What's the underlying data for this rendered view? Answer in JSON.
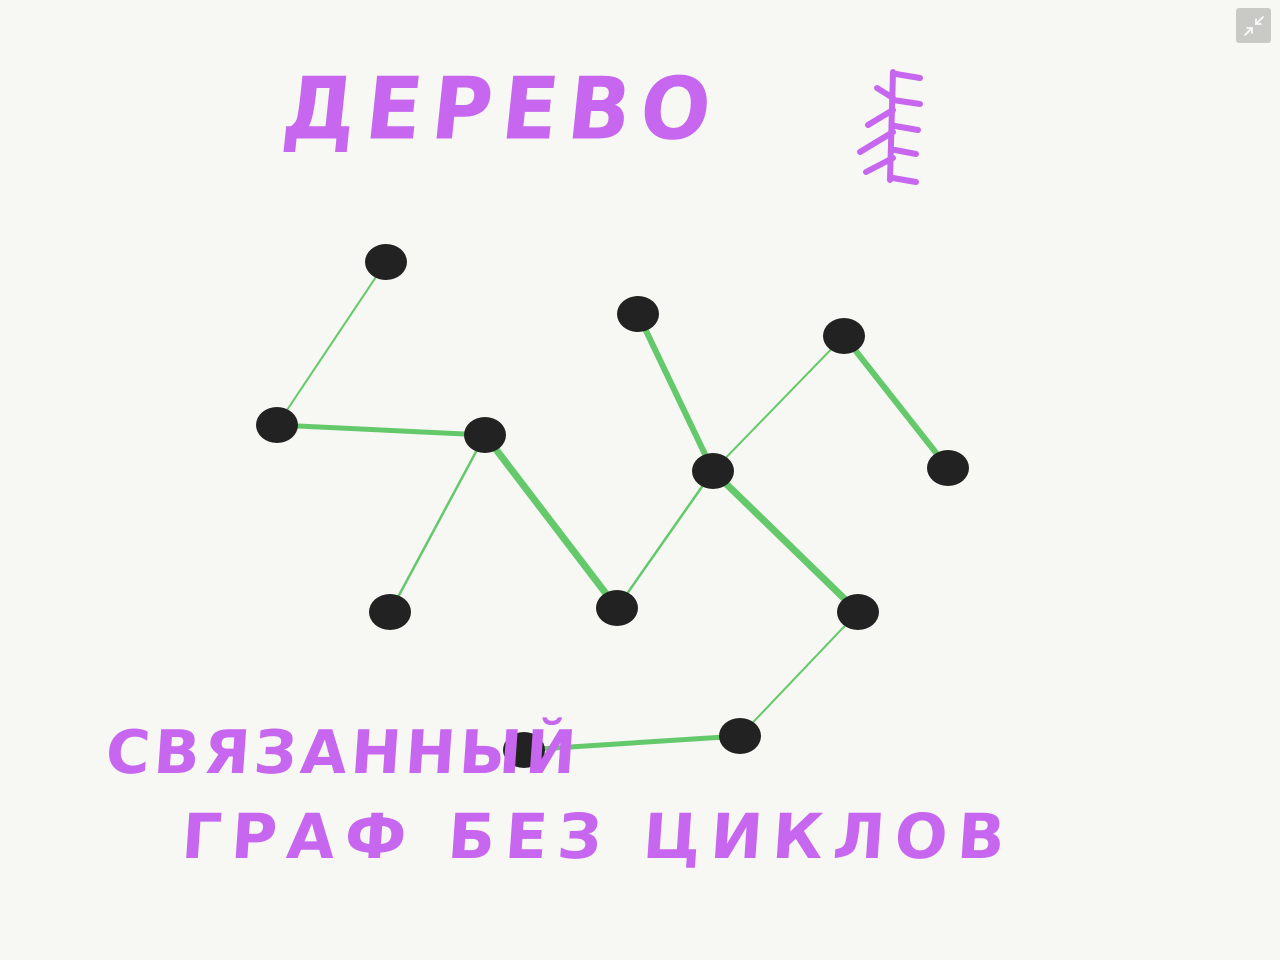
{
  "title": "ДЕРЕВО",
  "caption": {
    "line1": "СВЯЗАННЫЙ",
    "line2": "ГРАФ  БЕЗ  ЦИКЛОВ"
  },
  "toolbar": {
    "collapse_icon": "collapse-arrows-icon"
  },
  "colors": {
    "background": "#f7f7f3",
    "text": "#c766ee",
    "edge": "#63c96a",
    "node": "#222222",
    "button": "#c9c9c6"
  },
  "icons": {
    "tree_doodle": "fir-tree-icon"
  },
  "graph": {
    "nodes": [
      {
        "id": "a"
      },
      {
        "id": "b"
      },
      {
        "id": "c"
      },
      {
        "id": "d"
      },
      {
        "id": "e"
      },
      {
        "id": "f"
      },
      {
        "id": "g"
      },
      {
        "id": "h"
      },
      {
        "id": "i"
      },
      {
        "id": "j"
      },
      {
        "id": "k"
      },
      {
        "id": "l"
      }
    ],
    "edges": [
      [
        "a",
        "b"
      ],
      [
        "b",
        "c"
      ],
      [
        "c",
        "d"
      ],
      [
        "c",
        "e"
      ],
      [
        "e",
        "g"
      ],
      [
        "f",
        "g"
      ],
      [
        "g",
        "h"
      ],
      [
        "h",
        "i"
      ],
      [
        "g",
        "j"
      ],
      [
        "j",
        "k"
      ],
      [
        "k",
        "l"
      ]
    ]
  }
}
